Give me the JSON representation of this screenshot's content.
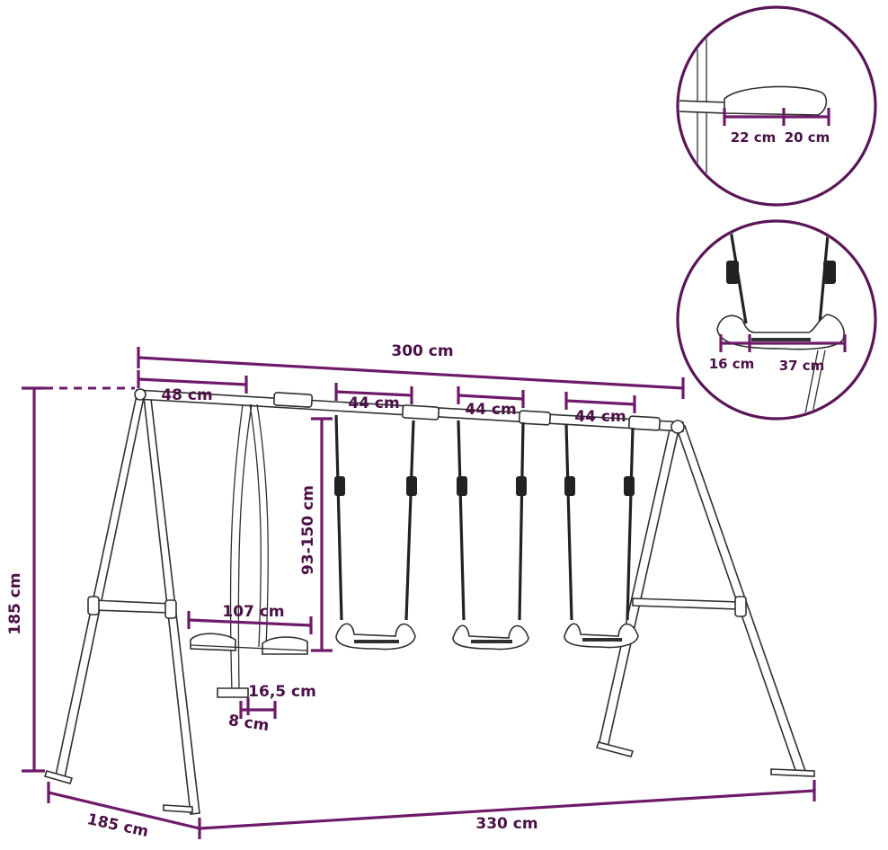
{
  "dimensions": {
    "top_length": "300 cm",
    "teeter_arm": "48 cm",
    "swing_spacing": [
      "44 cm",
      "44 cm",
      "44 cm"
    ],
    "rope_height": "93-150 cm",
    "teeter_length": "107 cm",
    "footrest_width": "16,5 cm",
    "footrest_depth": "8 cm",
    "frame_height": "185 cm",
    "base_depth": "185 cm",
    "base_length": "330 cm"
  },
  "detail_teeter_seat": {
    "seat_depth": "22 cm",
    "seat_width": "20 cm"
  },
  "detail_swing_seat": {
    "seat_depth": "16 cm",
    "seat_width": "37 cm"
  },
  "colors": {
    "dimension": "#6e1a6a",
    "label": "#4a1146",
    "frame": "#2f2f2f"
  }
}
